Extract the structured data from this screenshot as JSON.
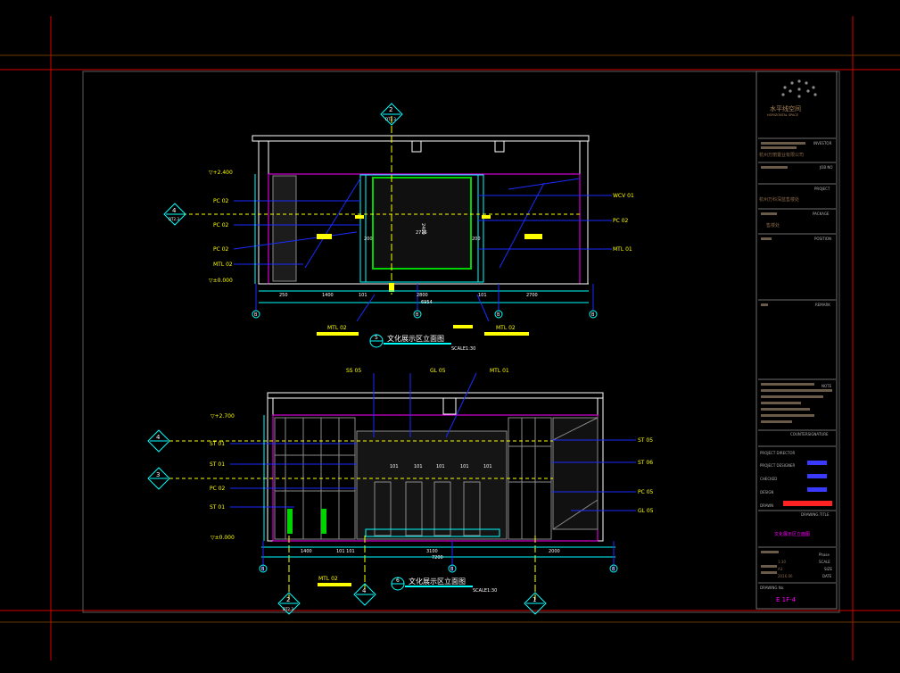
{
  "colors": {
    "background": "#000000",
    "frame_red": "#d40000",
    "sheet_border": "#6e6e6e",
    "wall": "#ffffff",
    "magenta": "#ff00ff",
    "blue": "#1a2cff",
    "cyan": "#00ffff",
    "green": "#00d400",
    "yellow": "#ffff00",
    "gray": "#8a8a8a"
  },
  "elevation_top": {
    "title": "文化展示区立面图",
    "scale": "SCALE1:30",
    "section_no": "5",
    "height_marks": [
      "▽+2.400",
      "▽±0.000"
    ],
    "callout_top_no": "2",
    "callout_top_ref": "DT2.3",
    "callout_left_no": "4",
    "callout_left_ref": "DT2.3",
    "left_tags": [
      "PC 02",
      "PC 02",
      "PC 02",
      "MTL 02"
    ],
    "right_tags": [
      "WCV 01",
      "PC 02",
      "MTL 01"
    ],
    "bottom_tags": [
      "MTL 02",
      "MTL 02"
    ],
    "dims": [
      "250",
      "1400",
      "101",
      "2800",
      "101",
      "2700",
      "6954"
    ],
    "grid_labels": [
      "B",
      "B",
      "B",
      "B"
    ],
    "inner_dims": [
      "2400",
      "2716",
      "200",
      "200"
    ]
  },
  "elevation_bottom": {
    "title": "文化展示区立面图",
    "scale": "SCALE1:30",
    "section_no": "6",
    "height_marks": [
      "▽+2.700",
      "▽±0.000"
    ],
    "top_tags": [
      "SS 05",
      "GL 05",
      "MTL 01"
    ],
    "left_tags": [
      "ST 01",
      "ST 01",
      "PC 02",
      "ST 01"
    ],
    "right_tags": [
      "ST 05",
      "ST 06",
      "PC 05",
      "GL 05"
    ],
    "bottom_tags": [
      "MTL 02"
    ],
    "callout_left_a": "4",
    "callout_left_b": "3",
    "callout_bottom_a": "2",
    "callout_bottom_b": "4",
    "callout_bottom_c": "1",
    "callout_ref": "DT2.3",
    "dims": [
      "1400",
      "101 101",
      "3100",
      "2000",
      "7200"
    ],
    "item_labels": [
      "101",
      "101",
      "101",
      "101",
      "101"
    ],
    "grid_labels": [
      "B",
      "B",
      "B"
    ]
  },
  "title_block": {
    "logo_text": "水平线空间",
    "logo_subtext": "HORIZONTAL SPACE",
    "fields": [
      {
        "label": "INVESTOR",
        "value": "杭州万丽置业有限公司"
      },
      {
        "label": "JOB NO",
        "value": ""
      },
      {
        "label": "PROJECT",
        "value": "杭州万科深蓝售楼处"
      },
      {
        "label": "PACKAGE",
        "value": "售楼处"
      },
      {
        "label": "POSITION",
        "value": ""
      },
      {
        "label": "REMARK",
        "value": ""
      },
      {
        "label": "NOTE",
        "value": ""
      }
    ],
    "countersignature": "COUNTERSIGNATURE",
    "roles": [
      "PROJECT DIRECTOR",
      "PROJECT DESIGNER",
      "CHECKED",
      "DESIGN",
      "DRAWN"
    ],
    "drawing_title_label": "DRAWING TITLE",
    "drawing_title": "文化展示区立面图",
    "scale_label": "SCALE",
    "scale_value": "1:30",
    "size_label": "SIZE",
    "size_value": "A3",
    "date_label": "DATE",
    "date_value": "2016.06",
    "drawing_no_label": "DRAWING No.",
    "drawing_no": "E 1F-4",
    "phase_label": "Phase"
  }
}
